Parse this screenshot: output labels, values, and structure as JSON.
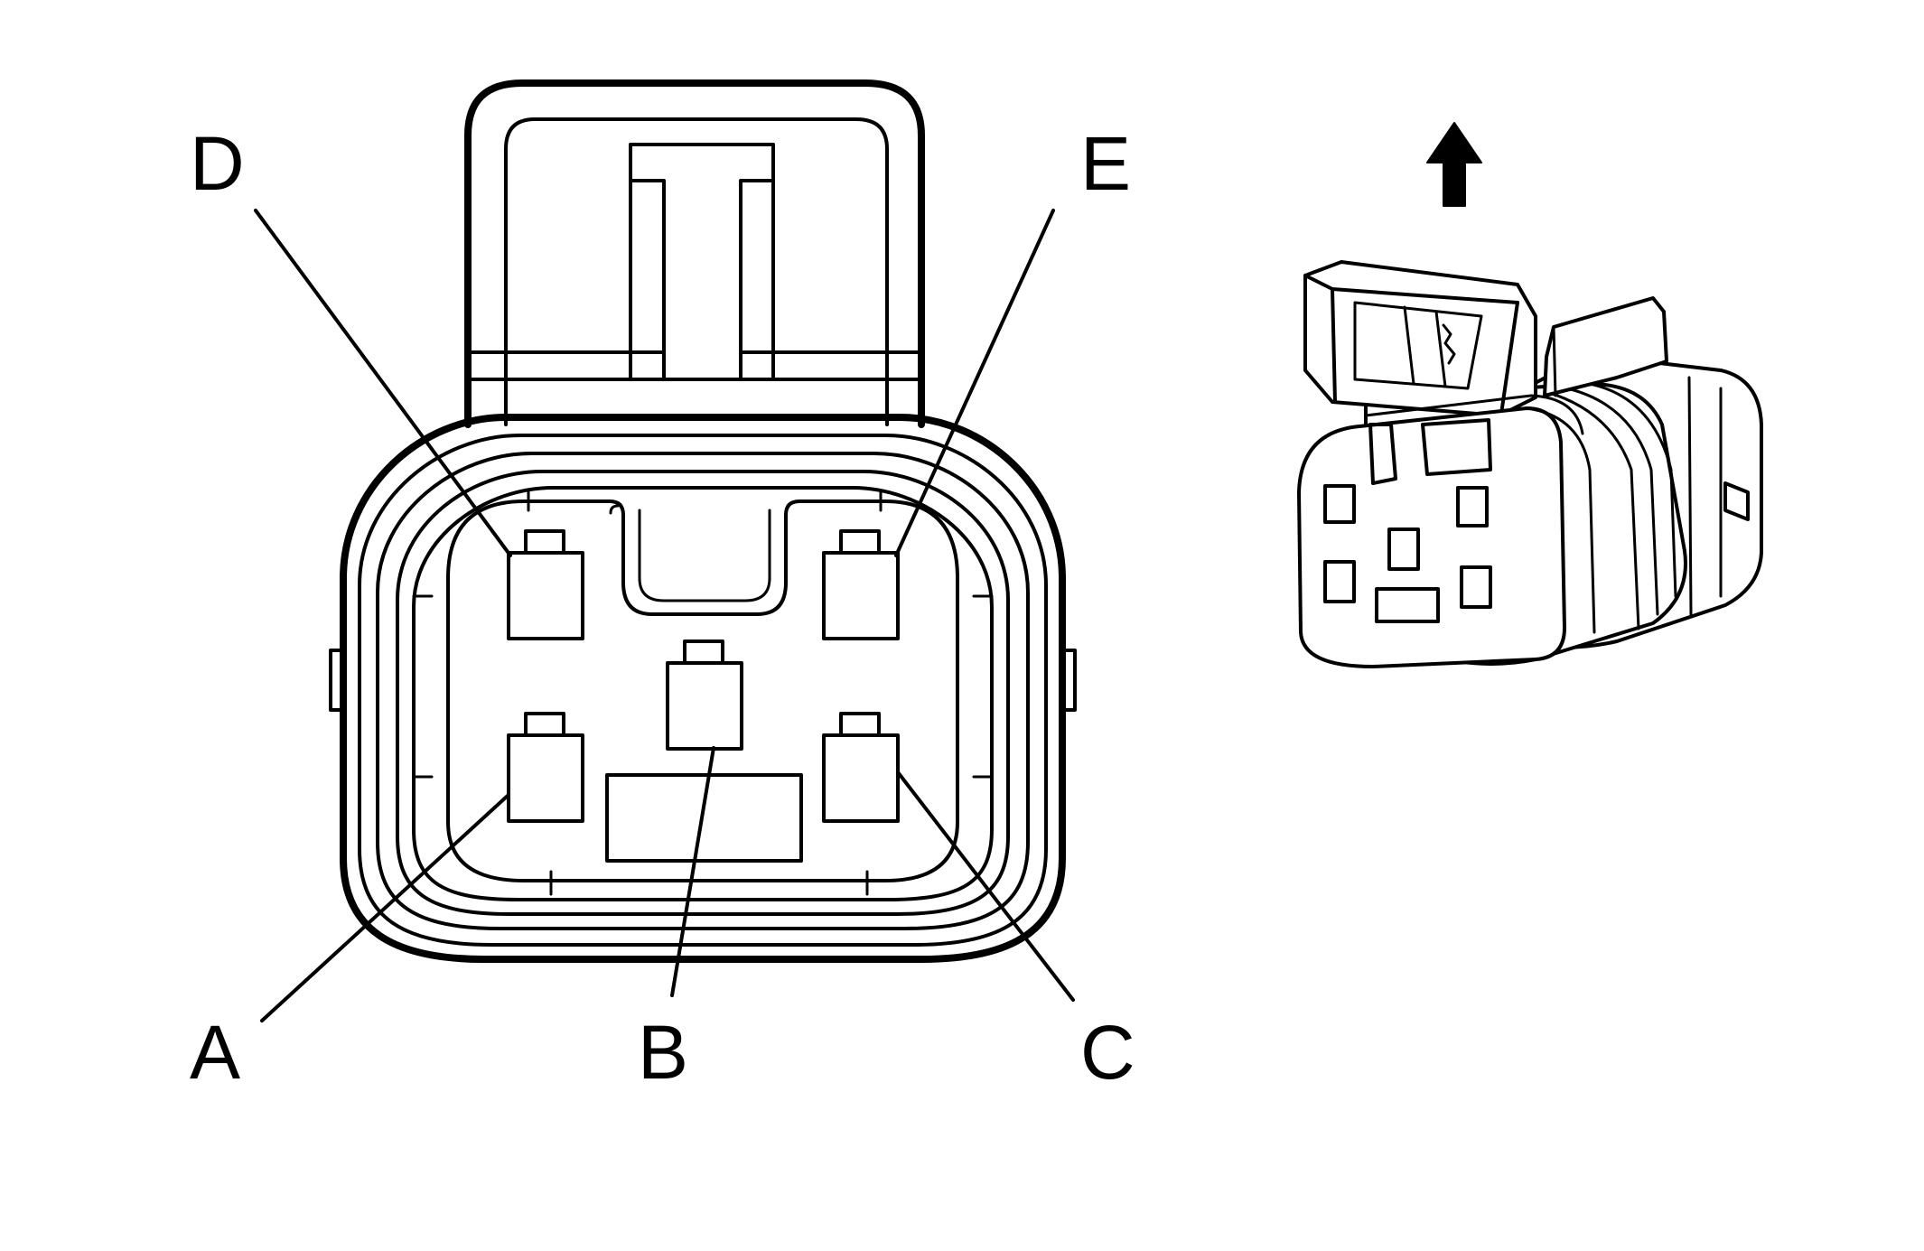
{
  "pin_labels": {
    "a": "A",
    "b": "B",
    "c": "C",
    "d": "D",
    "e": "E"
  },
  "orientation_arrow": {
    "icon": "up-arrow-icon",
    "direction": "up"
  },
  "line_color": "#000000",
  "background_color": "#ffffff"
}
